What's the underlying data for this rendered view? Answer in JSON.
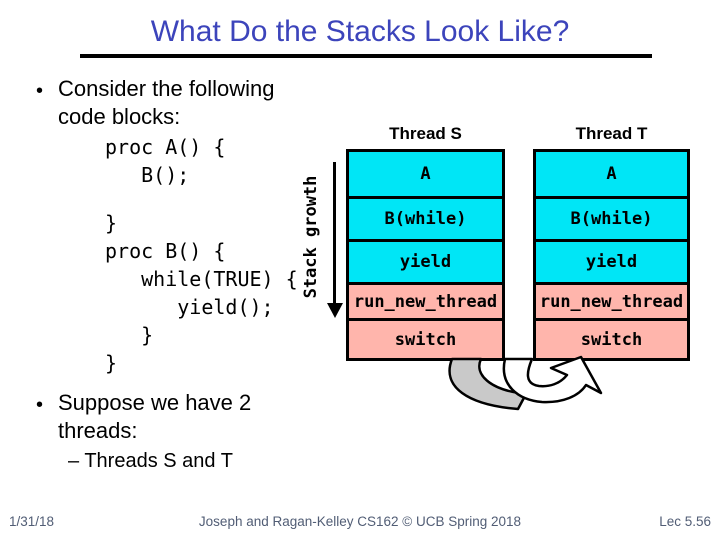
{
  "slide": {
    "title": "What Do the Stacks Look Like?",
    "title_color": "#3C44BB",
    "bullet_char": "•",
    "bullet1_line1": "Consider the following",
    "bullet1_line2": "code blocks:",
    "bullet2_line1": "Suppose we have 2",
    "bullet2_line2": "threads:",
    "sub_bullet": "– Threads S and T"
  },
  "code": {
    "lines": [
      "proc A() {",
      "   B();",
      "",
      "}",
      "proc B() {",
      "   while(TRUE) {",
      "      yield();",
      "   }",
      "}"
    ]
  },
  "diagram": {
    "stack_growth_label": "Stack growth",
    "threads": [
      {
        "name": "Thread S",
        "frames": [
          {
            "label": "A",
            "type": "user"
          },
          {
            "label": "B(while)",
            "type": "user"
          },
          {
            "label": "yield",
            "type": "user"
          },
          {
            "label": "run_new_thread",
            "type": "kernel"
          },
          {
            "label": "switch",
            "type": "kernel"
          }
        ]
      },
      {
        "name": "Thread T",
        "frames": [
          {
            "label": "A",
            "type": "user"
          },
          {
            "label": "B(while)",
            "type": "user"
          },
          {
            "label": "yield",
            "type": "user"
          },
          {
            "label": "run_new_thread",
            "type": "kernel"
          },
          {
            "label": "switch",
            "type": "kernel"
          }
        ]
      }
    ],
    "colors": {
      "user_frame": "#00E6F6",
      "kernel_frame": "#FFB5AC",
      "arrow_gray": "#C9C9C9"
    }
  },
  "footer": {
    "date": "1/31/18",
    "credit": "Joseph and Ragan-Kelley CS162 © UCB Spring 2018",
    "lecture": "Lec 5.56"
  }
}
